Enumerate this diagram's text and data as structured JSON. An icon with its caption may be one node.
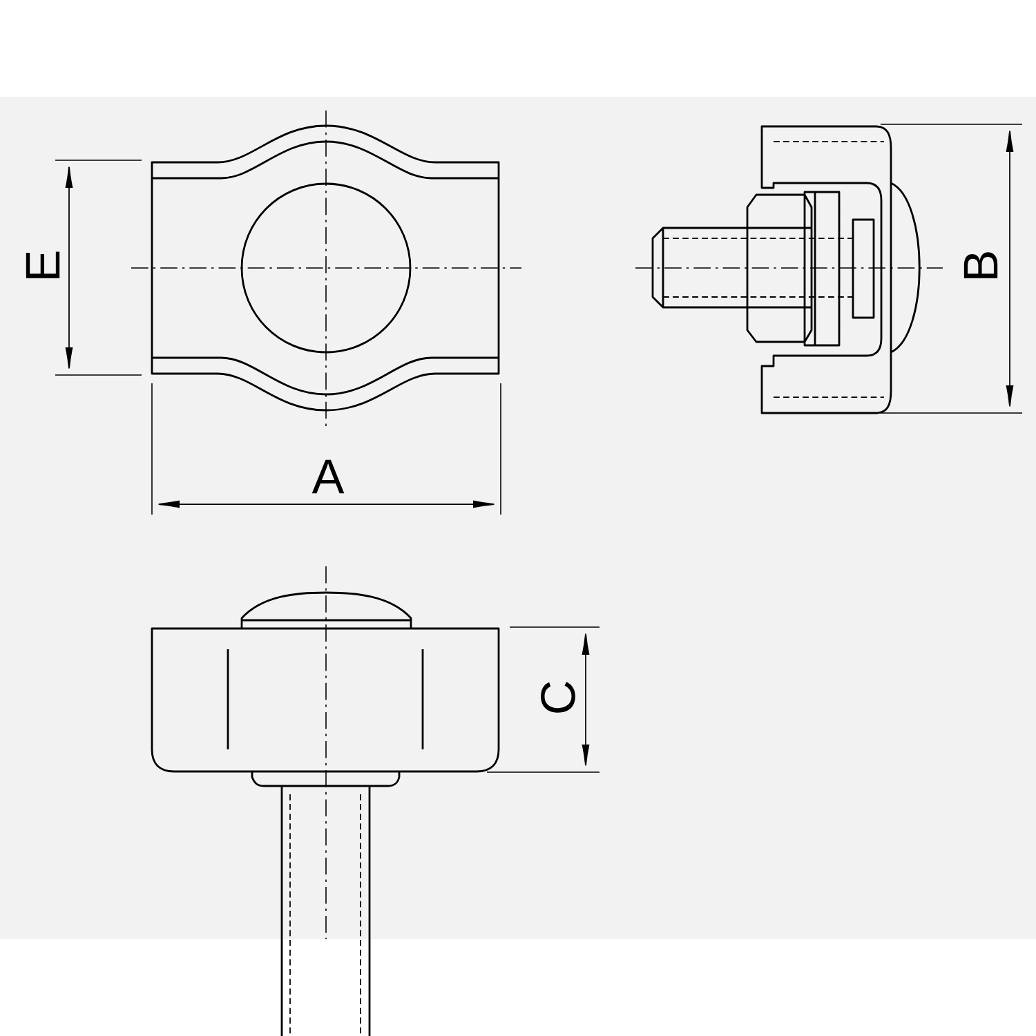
{
  "diagram": {
    "labels": [
      "E",
      "B",
      "A",
      "C"
    ]
  }
}
